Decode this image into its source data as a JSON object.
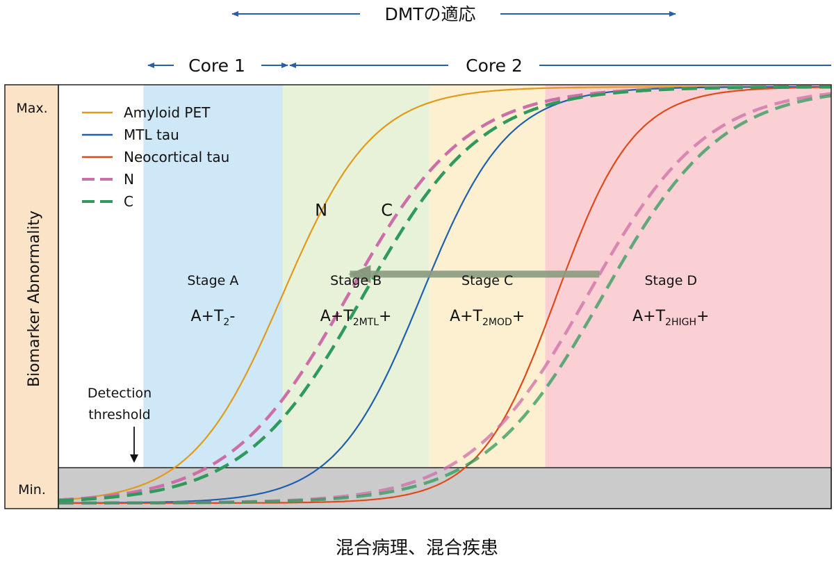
{
  "chart_data": {
    "type": "line",
    "header": {
      "dmt_label": "DMTの適応",
      "core1_label": "Core 1",
      "core2_label": "Core 2"
    },
    "ylabel": "Biomarker Abnormality",
    "yticks": {
      "max": "Max.",
      "min": "Min."
    },
    "threshold_label_line1": "Detection",
    "threshold_label_line2": "threshold",
    "bottom_title": "混合病理、混合疾患",
    "x_range": [
      0,
      100
    ],
    "y_range": [
      0,
      1
    ],
    "threshold_level": 0.085,
    "stages": [
      {
        "name": "Stage A",
        "biomarker": "A+T",
        "subscript": "2",
        "suffix": "-",
        "x_start": 11,
        "x_end": 29,
        "color": "#cfe8f7"
      },
      {
        "name": "Stage B",
        "biomarker": "A+T",
        "subscript": "2MTL",
        "suffix": "+",
        "x_start": 29,
        "x_end": 48,
        "color": "#e8f2d8"
      },
      {
        "name": "Stage C",
        "biomarker": "A+T",
        "subscript": "2MOD",
        "suffix": "+",
        "x_start": 48,
        "x_end": 63,
        "color": "#fdf0d0"
      },
      {
        "name": "Stage D",
        "biomarker": "A+T",
        "subscript": "2HIGH",
        "suffix": "+",
        "x_start": 63,
        "x_end": 100,
        "color": "#fbd0d4"
      }
    ],
    "series": [
      {
        "name": "Amyloid PET",
        "color": "#e09a1b",
        "style": "solid",
        "midpoint": 29,
        "steepness": 0.17
      },
      {
        "name": "MTL tau",
        "color": "#1f5fb0",
        "style": "solid",
        "midpoint": 47,
        "steepness": 0.18
      },
      {
        "name": "Neocortical tau",
        "color": "#e04a18",
        "style": "solid",
        "midpoint": 64.5,
        "steepness": 0.2
      },
      {
        "name": "N",
        "color": "#cc6fa8",
        "style": "dashed",
        "midpoint": 37.5,
        "steepness": 0.13,
        "inline_label": "N",
        "label_x": 34,
        "label_y": 0.69
      },
      {
        "name": "C",
        "color": "#2f9a5c",
        "style": "dashed",
        "midpoint": 39.5,
        "steepness": 0.13,
        "inline_label": "C",
        "label_x": 42.5,
        "label_y": 0.69
      }
    ],
    "shifted_dashed_offset": 31,
    "arrow": {
      "from_x": 70,
      "to_x": 37,
      "y": 0.55,
      "color": "#8a9a80"
    },
    "grid": false,
    "legend": "top-left"
  }
}
